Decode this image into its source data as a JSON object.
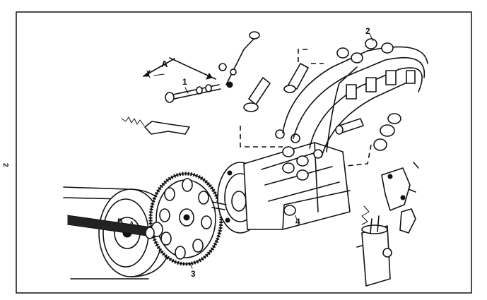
{
  "callouts": {
    "label_a": "A",
    "label_1": "1",
    "label_2": "2",
    "label_3": "3",
    "label_4": "4",
    "pulley_mark_b": "B",
    "pulley_mark_a": "A",
    "margin_mark": "2"
  },
  "colors": {
    "ink": "#111111",
    "paper": "#ffffff"
  }
}
